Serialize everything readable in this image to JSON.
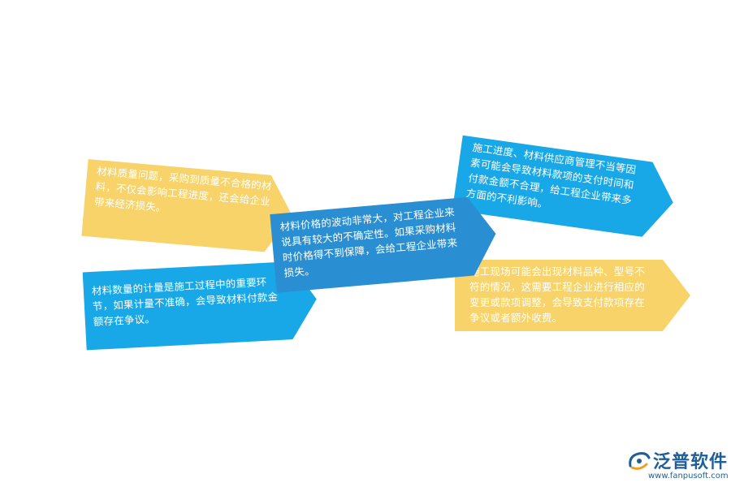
{
  "cards": [
    {
      "id": "quality",
      "color": "#f8d36a",
      "text": "材料质量问题，采购到质量不合格的材料，不仅会影响工程进度，还会给企业带来经济损失。"
    },
    {
      "id": "quantity",
      "color": "#18a8e8",
      "text": "材料数量的计量是施工过程中的重要环节，如果计量不准确，会导致材料付款金额存在争议。"
    },
    {
      "id": "price",
      "color": "#2a8fd2",
      "text": "材料价格的波动非常大，对工程企业来说具有较大的不确定性。如果采购材料时价格得不到保障，会给工程企业带来损失。"
    },
    {
      "id": "progress",
      "color": "#18a8e8",
      "text": "施工进度、材料供应商管理不当等因素可能会导致材料款项的支付时间和付款金额不合理，给工程企业带来多方面的不利影响。"
    },
    {
      "id": "site",
      "color": "#f8d36a",
      "text": "施工现场可能会出现材料品种、型号不符的情况，这需要工程企业进行相应的变更或款项调整，会导致支付款项存在争议或者额外收费。"
    }
  ],
  "logo": {
    "name": "泛普软件",
    "url": "www.fanpusoft.com",
    "icon": "fanpu-logo-icon",
    "brand_color": "#1f5f96",
    "accent_color": "#f0a020"
  }
}
